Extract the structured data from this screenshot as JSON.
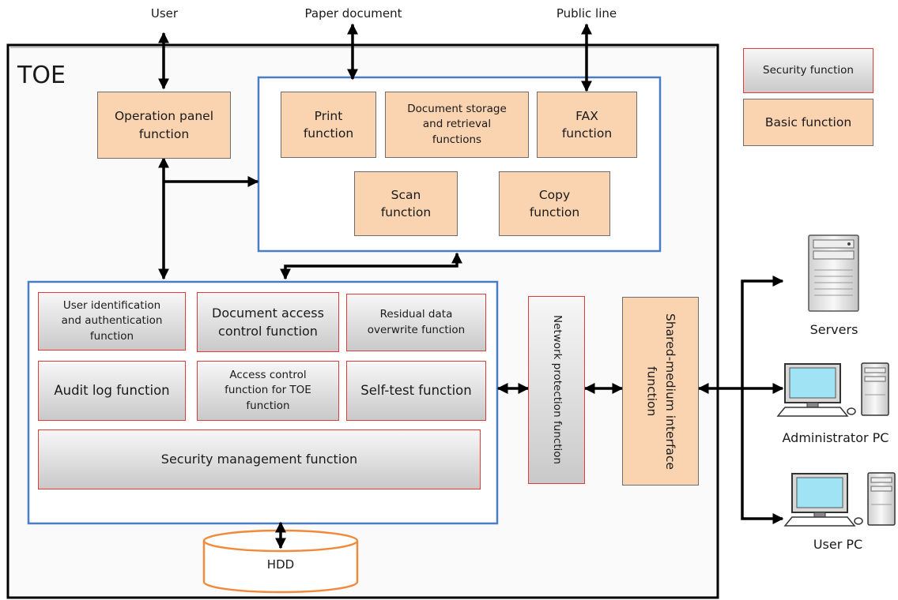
{
  "toe_title": "TOE",
  "external": {
    "user": "User",
    "paper_document": "Paper document",
    "public_line": "Public line"
  },
  "legend": {
    "security": "Security function",
    "basic": "Basic function"
  },
  "basic_functions": {
    "operation_panel": "Operation panel\nfunction",
    "print": "Print\nfunction",
    "document_storage": "Document storage\nand retrieval\nfunctions",
    "fax": "FAX\nfunction",
    "scan": "Scan\nfunction",
    "copy": "Copy\nfunction",
    "shared_medium": "Shared-medium interface\nfunction"
  },
  "security_functions": {
    "user_identification": "User identification\nand authentication\nfunction",
    "document_access": "Document access\ncontrol function",
    "residual_data": "Residual data\noverwrite function",
    "audit_log": "Audit log function",
    "access_control_toe": "Access control\nfunction for TOE\nfunction",
    "self_test": "Self-test function",
    "security_management": "Security management function",
    "network_protection": "Network protection function"
  },
  "storage": {
    "hdd": "HDD"
  },
  "devices": {
    "servers": "Servers",
    "admin_pc": "Administrator PC",
    "user_pc": "User PC"
  },
  "colors": {
    "basic_fill": "#fad3b0",
    "security_border": "#e03a3a",
    "group_border": "#4a7ec4",
    "hdd_border": "#f08a3c"
  }
}
